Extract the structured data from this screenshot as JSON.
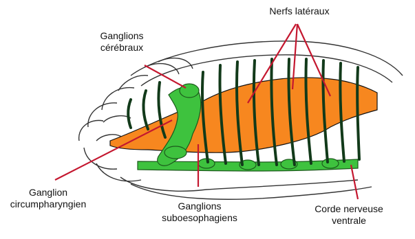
{
  "labels": {
    "cerebral_line1": "Ganglions",
    "cerebral_line2": "cérébraux",
    "lateral_nerves": "Nerfs latéraux",
    "circumpharyngeal_line1": "Ganglion",
    "circumpharyngeal_line2": "circumpharyngien",
    "suboesophageal_line1": "Ganglions",
    "suboesophageal_line2": "suboesophagiens",
    "ventral_cord_line1": "Corde nerveuse",
    "ventral_cord_line2": "ventrale"
  },
  "colors": {
    "gut": "#f7871f",
    "nervous_system": "#3ec23e",
    "nerves": "#123a1a",
    "body_outline": "#333333",
    "label_lines": "#c4172f"
  }
}
